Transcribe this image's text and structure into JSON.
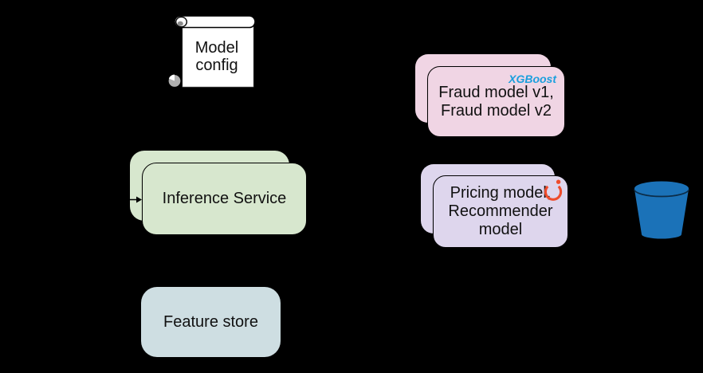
{
  "diagram": {
    "background": "#000000",
    "nodes": {
      "model_config": {
        "label": "Model config",
        "shape": "scroll",
        "fill": "#ffffff"
      },
      "inference_service": {
        "label": "Inference Service",
        "shape": "stacked-rounded-rect",
        "fill": "#d7e7ce"
      },
      "fraud_models": {
        "label": "Fraud model v1, Fraud model v2",
        "framework_badge": "XGBoost",
        "badge_color": "#1a9fdd",
        "shape": "stacked-rounded-rect",
        "fill": "#f0d5e4"
      },
      "pricing_models": {
        "label": "Pricing model, Recommender model",
        "framework_icon": "pytorch-icon",
        "icon_color": "#ee4c2c",
        "shape": "stacked-rounded-rect",
        "fill": "#ded6ed"
      },
      "feature_store": {
        "label": "Feature store",
        "shape": "rounded-rect",
        "fill": "#cedee2"
      },
      "bucket": {
        "label": "",
        "shape": "bucket",
        "fill": "#1b72b8",
        "rim_color": "#0c2d49"
      }
    },
    "edges": {
      "inbound_arrow": {
        "target": "inference_service",
        "color": "#000000",
        "direction": "right"
      }
    }
  }
}
